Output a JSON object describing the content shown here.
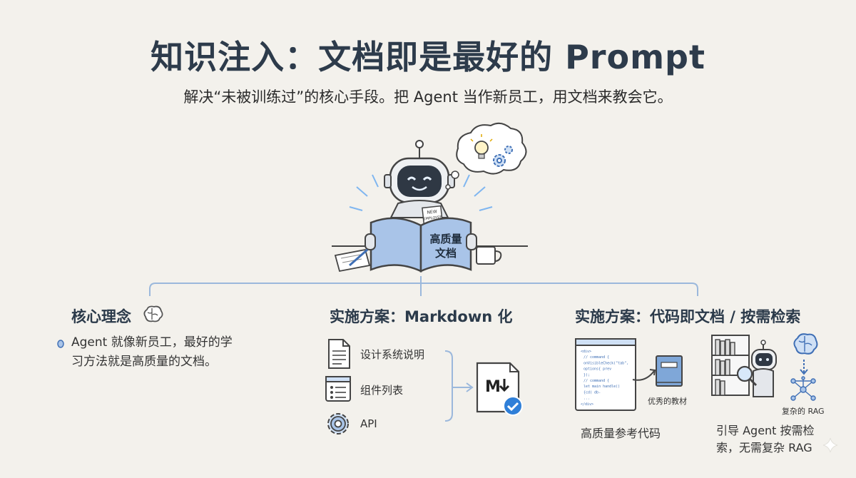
{
  "header": {
    "title": "知识注入：文档即是最好的 Prompt",
    "subtitle": "解决“未被训练过”的核心手段。把 Agent 当作新员工，用文档来教会它。"
  },
  "hero": {
    "book_line1": "高质量",
    "book_line2": "文档",
    "badge_line1": "NEW",
    "badge_line2": "EMPLOYEE"
  },
  "col1": {
    "title": "核心理念",
    "text_line1": "Agent 就像新员工，最好的学",
    "text_line2": "习方法就是高质量的文档。"
  },
  "col2": {
    "title": "实施方案：Markdown 化",
    "items": [
      {
        "label": "设计系统说明",
        "icon": "document-icon"
      },
      {
        "label": "组件列表",
        "icon": "list-icon"
      },
      {
        "label": "API",
        "icon": "gear-icon"
      }
    ]
  },
  "col3": {
    "title": "实施方案：代码即文档 / 按需检索",
    "code_lines": [
      "<div>",
      "// command {",
      "onVisibleCheck(\"tab\",",
      "options{ prev",
      "});",
      "// command {",
      "let main handle()",
      "{cd( db-",
      "...",
      "</div>"
    ],
    "book_label": "优秀的教材",
    "code_caption": "高质量参考代码",
    "rag_label": "复杂的 RAG",
    "agent_caption_line1": "引导 Agent 按需检",
    "agent_caption_line2": "索，无需复杂 RAG"
  },
  "colors": {
    "accent": "#5b8fd6",
    "title": "#2d3b4b",
    "line": "#9bb8dc"
  }
}
